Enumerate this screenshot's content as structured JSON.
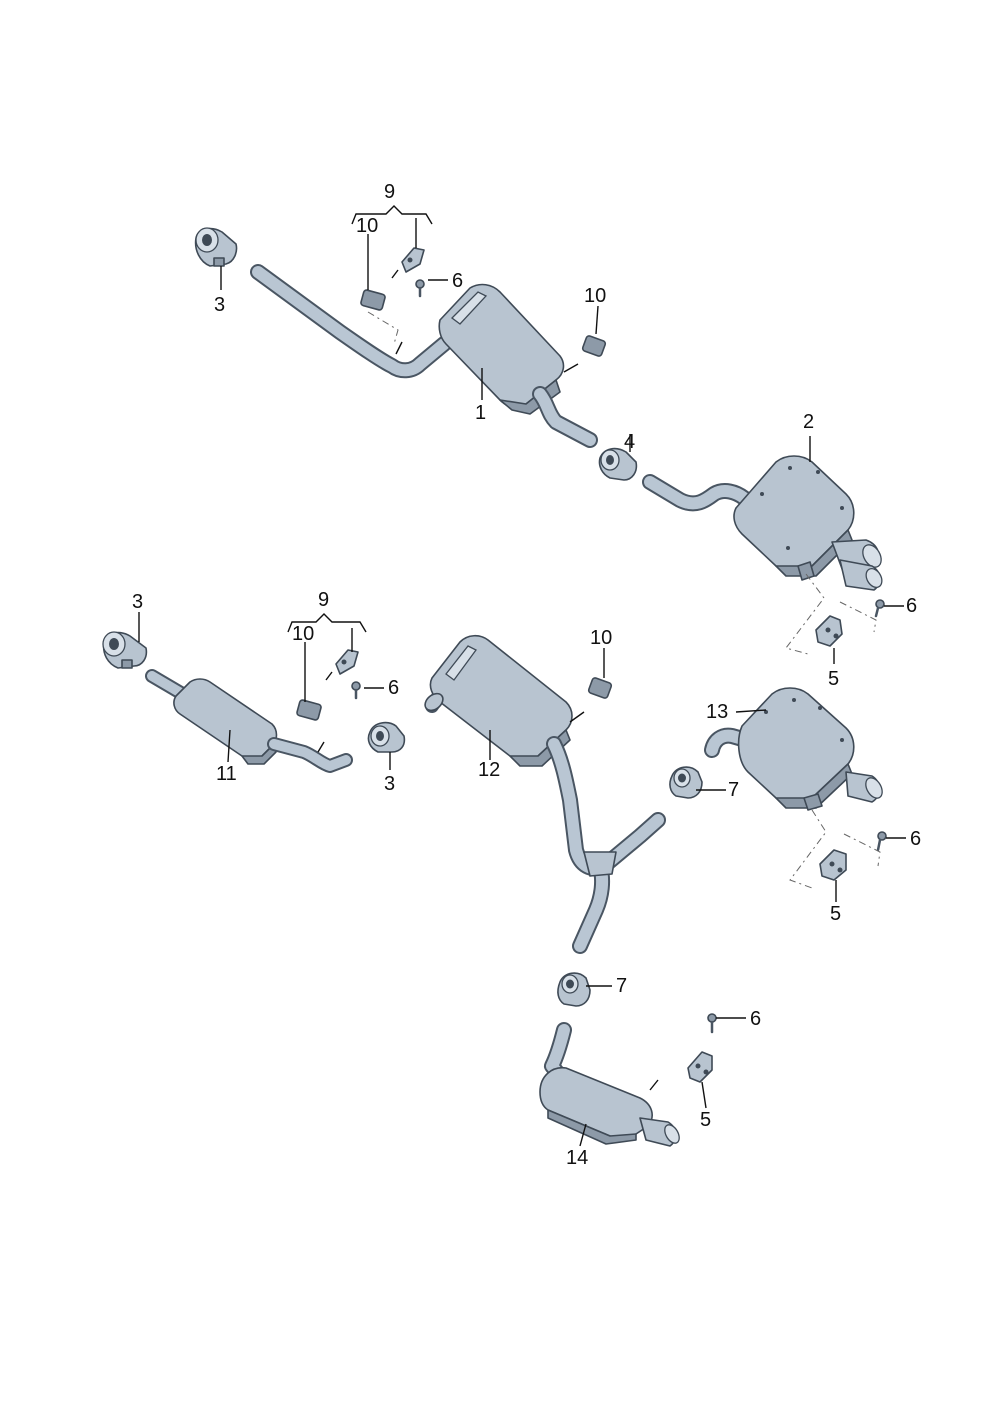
{
  "callouts": {
    "c1": "1",
    "c2": "2",
    "c3a": "3",
    "c3b": "3",
    "c3c": "3",
    "c4": "4",
    "c5a": "5",
    "c5b": "5",
    "c5c": "5",
    "c6a": "6",
    "c6b": "6",
    "c6c": "6",
    "c6d": "6",
    "c6e": "6",
    "c7a": "7",
    "c7b": "7",
    "c9a": "9",
    "c9b": "9",
    "c10a": "10",
    "c10b": "10",
    "c10c": "10",
    "c10d": "10",
    "c11": "11",
    "c12": "12",
    "c13": "13",
    "c14": "14"
  },
  "colors": {
    "metal": "#b8c4d0",
    "outline": "#3f4a56",
    "label": "#111111"
  }
}
